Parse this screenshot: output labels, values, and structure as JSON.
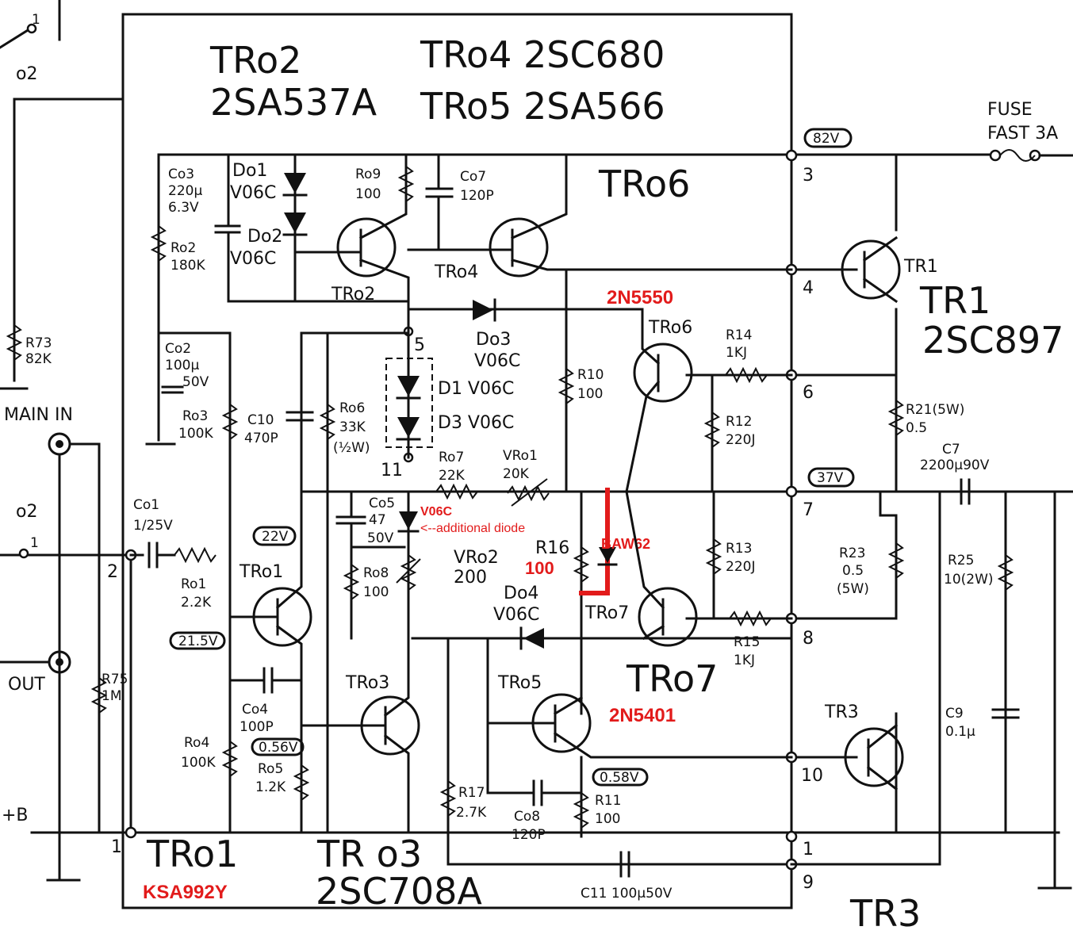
{
  "header_labels": {
    "tr02": "TRo2",
    "tr02_type": "2SA537A",
    "tr04_line": "TRo4 2SC680",
    "tr05_line": "TRo5 2SA566",
    "tr06": "TRo6"
  },
  "footer_labels": {
    "tr01": "TRo1",
    "tr03": "TR o3",
    "tr03_type": "2SC708A",
    "tr3_bottom": "TR3",
    "tr01_replacement": "KSA992Y"
  },
  "fuse": {
    "line1": "FUSE",
    "line2": "FAST 3A"
  },
  "voltages": {
    "v82": "82V",
    "v37": "37V",
    "v22": "22V",
    "v215": "21.5V",
    "v056": "0.56V",
    "v058": "0.58V"
  },
  "pins": {
    "p3": "3",
    "p4": "4",
    "p5": "5",
    "p6": "6",
    "p7": "7",
    "p8": "8",
    "p10": "10",
    "p1r": "1",
    "p9": "9",
    "p11": "11",
    "p2": "2",
    "p1l": "1"
  },
  "components": {
    "c03": "Co3",
    "c03_val": "220μ",
    "c03_v": "6.3V",
    "d01": "Do1",
    "d01_type": "V06C",
    "d02": "Do2",
    "d02_type": "V06C",
    "r09": "Ro9",
    "r09_val": "100",
    "c07": "Co7",
    "c07_val": "120P",
    "r02": "Ro2",
    "r02_val": "180K",
    "tr02_small": "TRo2",
    "tr04_small": "TRo4",
    "d03": "Do3",
    "d03_type": "V06C",
    "c02": "Co2",
    "c02_val": "100μ",
    "c02_v": "50V",
    "r03": "Ro3",
    "r03_val": "100K",
    "c10": "C10",
    "c10_val": "470P",
    "r06": "Ro6",
    "r06_val": "33K",
    "r06_w": "(½W)",
    "d1": "D1 V06C",
    "d3": "D3 V06C",
    "r10": "R10",
    "r10_val": "100",
    "tr06_small": "TRo6",
    "r14": "R14",
    "r14_val": "1KJ",
    "r12": "R12",
    "r12_val": "220J",
    "r07": "Ro7",
    "r07_val": "22K",
    "vr01": "VRo1",
    "vr01_val": "20K",
    "c05": "Co5",
    "c05_val": "47",
    "c05_v": "50V",
    "c01": "Co1",
    "c01_val": "1/25V",
    "r01": "Ro1",
    "r01_val": "2.2K",
    "tr01_small": "TRo1",
    "r08": "Ro8",
    "r08_val": "100",
    "vr02": "VRo2",
    "vr02_val": "200",
    "r16": "R16",
    "d04": "Do4",
    "d04_type": "V06C",
    "tr07_small": "TRo7",
    "r13": "R13",
    "r13_val": "220J",
    "r15": "R15",
    "r15_val": "1KJ",
    "tr07_big": "TRo7",
    "c04": "Co4",
    "c04_val": "100P",
    "r04": "Ro4",
    "r04_val": "100K",
    "r05": "Ro5",
    "r05_val": "1.2K",
    "tr03_small": "TRo3",
    "tr05_small": "TRo5",
    "r17": "R17",
    "r17_val": "2.7K",
    "c08": "Co8",
    "c08_val": "120P",
    "r11": "R11",
    "r11_val": "100",
    "c11": "C11 100μ50V",
    "tr1_small": "TR1",
    "tr1": "TR1",
    "tr1_type": "2SC897",
    "r21": "R21(5W)",
    "r21_val": "0.5",
    "c7": "C7",
    "c7_val": "2200μ90V",
    "r23": "R23",
    "r23_val": "0.5",
    "r23_w": "(5W)",
    "r25": "R25",
    "r25_val": "10(2W)",
    "c9": "C9",
    "c9_val": "0.1μ",
    "tr3_small": "TR3",
    "r73": "R73",
    "r73_val": "82K",
    "r75": "R75",
    "r75_val": "1M",
    "main_in": "MAIN IN",
    "out": "OUT",
    "plusb": "+B",
    "o2_top": "o2",
    "o2_mid": "o2",
    "pin_1_top": "1",
    "pin_1_mid": "1"
  },
  "annotations": {
    "tr06_replacement": "2N5550",
    "tr07_replacement": "2N5401",
    "added_diode": "V06C",
    "added_diode_note": "<--additional diode",
    "baw62": "BAW62",
    "r16_new": "100"
  }
}
